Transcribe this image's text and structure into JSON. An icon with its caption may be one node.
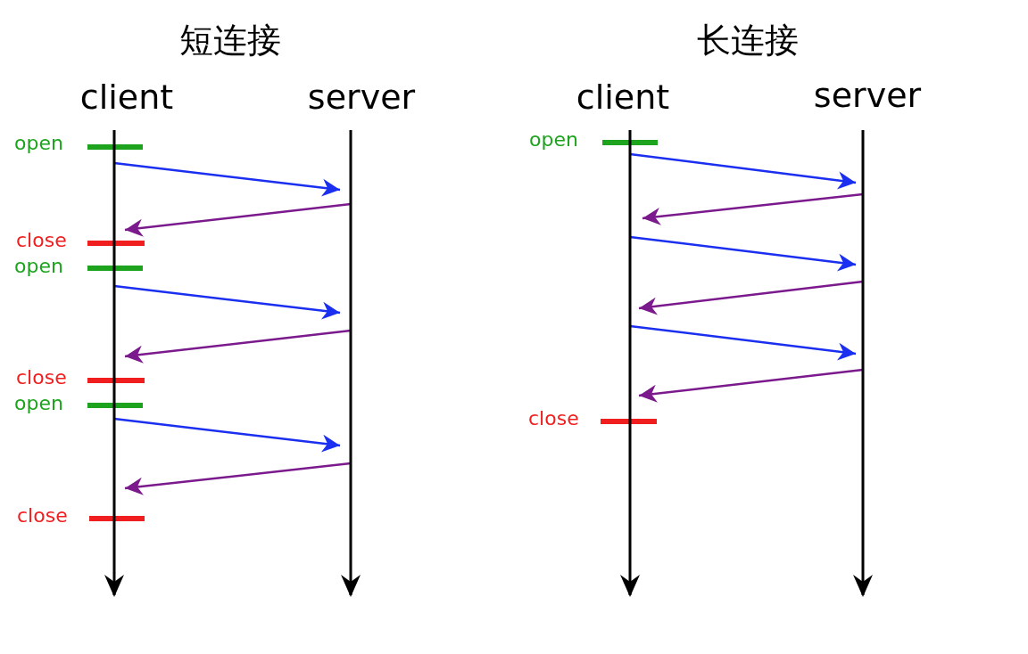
{
  "diagram": {
    "nodes": [
      {
        "text": [
          "client"
        ]
      },
      {
        "text": [
          "server"
        ]
      },
      {
        "text": [
          "client"
        ]
      },
      {
        "text": [
          "server"
        ]
      }
    ],
    "edges": [
      {
        "from": 0,
        "to": 1,
        "arrow": "to"
      },
      {
        "from": 1,
        "to": 0,
        "arrow": "to",
        "color": "#7b1a8c"
      },
      {
        "from": 0,
        "to": 1,
        "arrow": "to"
      },
      {
        "from": 1,
        "to": 0,
        "arrow": "to",
        "color": "#7b1a8c"
      },
      {
        "from": 0,
        "to": 1,
        "arrow": "to"
      },
      {
        "from": 1,
        "to": 0,
        "arrow": "to",
        "color": "#7b1a8c"
      },
      {
        "from": 2,
        "to": 3,
        "arrow": "to"
      },
      {
        "from": 3,
        "to": 2,
        "arrow": "to",
        "color": "#7b1a8c"
      },
      {
        "from": 2,
        "to": 3,
        "arrow": "to"
      },
      {
        "from": 3,
        "to": 2,
        "arrow": "to",
        "color": "#7b1a8c"
      },
      {
        "from": 2,
        "to": 3,
        "arrow": "to"
      },
      {
        "from": 3,
        "to": 2,
        "arrow": "to",
        "color": "#7b1a8c"
      }
    ],
    "labels": [
      "短连接",
      "长连接",
      "open",
      "close",
      "open",
      "close",
      "open",
      "close",
      "open",
      "close"
    ]
  }
}
